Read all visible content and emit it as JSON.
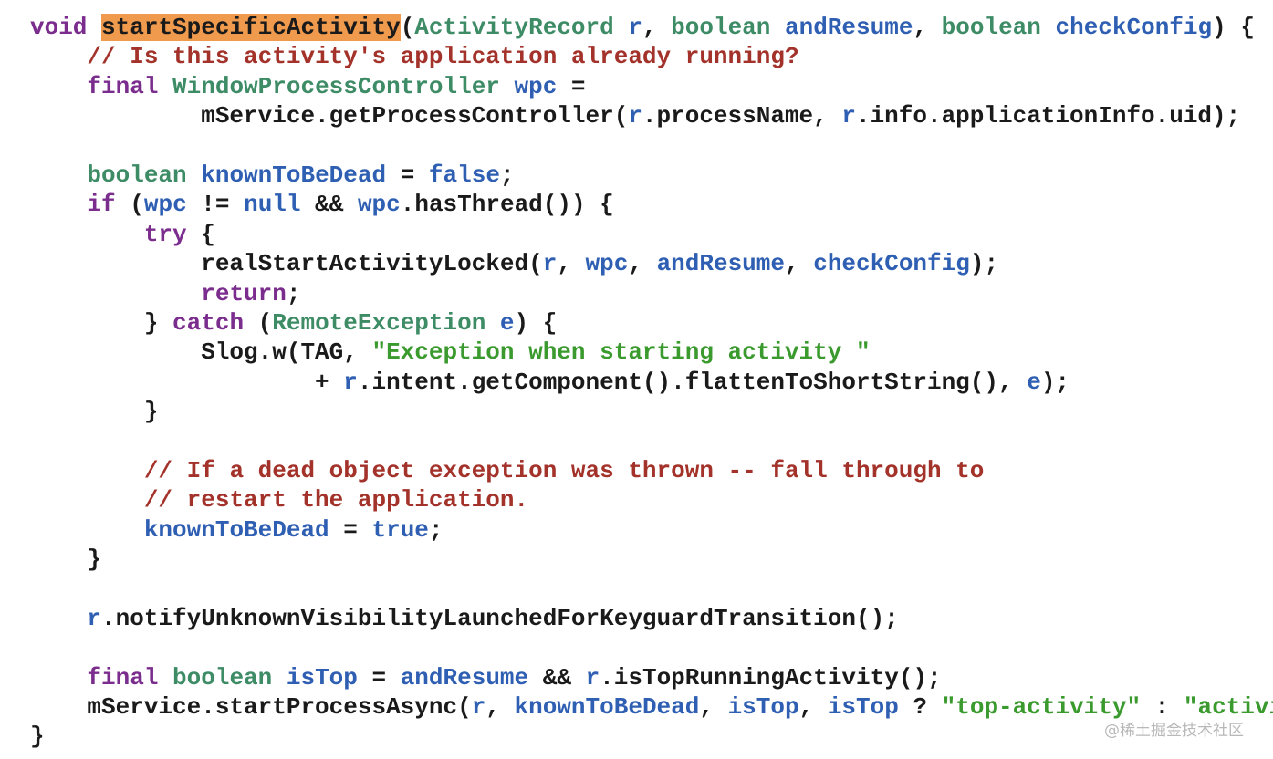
{
  "colors": {
    "keyword": "#7b2d8e",
    "comment": "#a3322a",
    "type": "#3d8c66",
    "variable": "#2f5fb3",
    "string": "#3a9a2e",
    "highlight": "#ef9a4d"
  },
  "lines": [
    [
      [
        "k",
        "void"
      ],
      [
        "p",
        " "
      ],
      [
        "h",
        "startSpecificActivity"
      ],
      [
        "p",
        "("
      ],
      [
        "t",
        "ActivityRecord"
      ],
      [
        "p",
        " "
      ],
      [
        "v",
        "r"
      ],
      [
        "p",
        ", "
      ],
      [
        "t",
        "boolean"
      ],
      [
        "p",
        " "
      ],
      [
        "v",
        "andResume"
      ],
      [
        "p",
        ", "
      ],
      [
        "t",
        "boolean"
      ],
      [
        "p",
        " "
      ],
      [
        "v",
        "checkConfig"
      ],
      [
        "p",
        ") {"
      ]
    ],
    [
      [
        "p",
        "    "
      ],
      [
        "c",
        "// Is this activity's application already running?"
      ]
    ],
    [
      [
        "p",
        "    "
      ],
      [
        "k",
        "final"
      ],
      [
        "p",
        " "
      ],
      [
        "t",
        "WindowProcessController"
      ],
      [
        "p",
        " "
      ],
      [
        "v",
        "wpc"
      ],
      [
        "p",
        " ="
      ]
    ],
    [
      [
        "p",
        "            mService.getProcessController("
      ],
      [
        "v",
        "r"
      ],
      [
        "p",
        ".processName, "
      ],
      [
        "v",
        "r"
      ],
      [
        "p",
        ".info.applicationInfo.uid);"
      ]
    ],
    [],
    [
      [
        "p",
        "    "
      ],
      [
        "t",
        "boolean"
      ],
      [
        "p",
        " "
      ],
      [
        "v",
        "knownToBeDead"
      ],
      [
        "p",
        " = "
      ],
      [
        "v",
        "false"
      ],
      [
        "p",
        ";"
      ]
    ],
    [
      [
        "p",
        "    "
      ],
      [
        "k",
        "if"
      ],
      [
        "p",
        " ("
      ],
      [
        "v",
        "wpc"
      ],
      [
        "p",
        " != "
      ],
      [
        "v",
        "null"
      ],
      [
        "p",
        " && "
      ],
      [
        "v",
        "wpc"
      ],
      [
        "p",
        ".hasThread()) {"
      ]
    ],
    [
      [
        "p",
        "        "
      ],
      [
        "k",
        "try"
      ],
      [
        "p",
        " {"
      ]
    ],
    [
      [
        "p",
        "            realStartActivityLocked("
      ],
      [
        "v",
        "r"
      ],
      [
        "p",
        ", "
      ],
      [
        "v",
        "wpc"
      ],
      [
        "p",
        ", "
      ],
      [
        "v",
        "andResume"
      ],
      [
        "p",
        ", "
      ],
      [
        "v",
        "checkConfig"
      ],
      [
        "p",
        ");"
      ]
    ],
    [
      [
        "p",
        "            "
      ],
      [
        "k",
        "return"
      ],
      [
        "p",
        ";"
      ]
    ],
    [
      [
        "p",
        "        } "
      ],
      [
        "k",
        "catch"
      ],
      [
        "p",
        " ("
      ],
      [
        "t",
        "RemoteException"
      ],
      [
        "p",
        " "
      ],
      [
        "v",
        "e"
      ],
      [
        "p",
        ") {"
      ]
    ],
    [
      [
        "p",
        "            Slog.w(TAG, "
      ],
      [
        "s",
        "\"Exception when starting activity \""
      ]
    ],
    [
      [
        "p",
        "                    + "
      ],
      [
        "v",
        "r"
      ],
      [
        "p",
        ".intent.getComponent().flattenToShortString(), "
      ],
      [
        "v",
        "e"
      ],
      [
        "p",
        ");"
      ]
    ],
    [
      [
        "p",
        "        }"
      ]
    ],
    [],
    [
      [
        "p",
        "        "
      ],
      [
        "c",
        "// If a dead object exception was thrown -- fall through to"
      ]
    ],
    [
      [
        "p",
        "        "
      ],
      [
        "c",
        "// restart the application."
      ]
    ],
    [
      [
        "p",
        "        "
      ],
      [
        "v",
        "knownToBeDead"
      ],
      [
        "p",
        " = "
      ],
      [
        "v",
        "true"
      ],
      [
        "p",
        ";"
      ]
    ],
    [
      [
        "p",
        "    }"
      ]
    ],
    [],
    [
      [
        "p",
        "    "
      ],
      [
        "v",
        "r"
      ],
      [
        "p",
        ".notifyUnknownVisibilityLaunchedForKeyguardTransition();"
      ]
    ],
    [],
    [
      [
        "p",
        "    "
      ],
      [
        "k",
        "final"
      ],
      [
        "p",
        " "
      ],
      [
        "t",
        "boolean"
      ],
      [
        "p",
        " "
      ],
      [
        "v",
        "isTop"
      ],
      [
        "p",
        " = "
      ],
      [
        "v",
        "andResume"
      ],
      [
        "p",
        " && "
      ],
      [
        "v",
        "r"
      ],
      [
        "p",
        ".isTopRunningActivity();"
      ]
    ],
    [
      [
        "p",
        "    mService.startProcessAsync("
      ],
      [
        "v",
        "r"
      ],
      [
        "p",
        ", "
      ],
      [
        "v",
        "knownToBeDead"
      ],
      [
        "p",
        ", "
      ],
      [
        "v",
        "isTop"
      ],
      [
        "p",
        ", "
      ],
      [
        "v",
        "isTop"
      ],
      [
        "p",
        " ? "
      ],
      [
        "s",
        "\"top-activity\""
      ],
      [
        "p",
        " : "
      ],
      [
        "s",
        "\"activi"
      ]
    ],
    [
      [
        "p",
        "}"
      ]
    ]
  ],
  "watermark": "@稀土掘金技术社区"
}
